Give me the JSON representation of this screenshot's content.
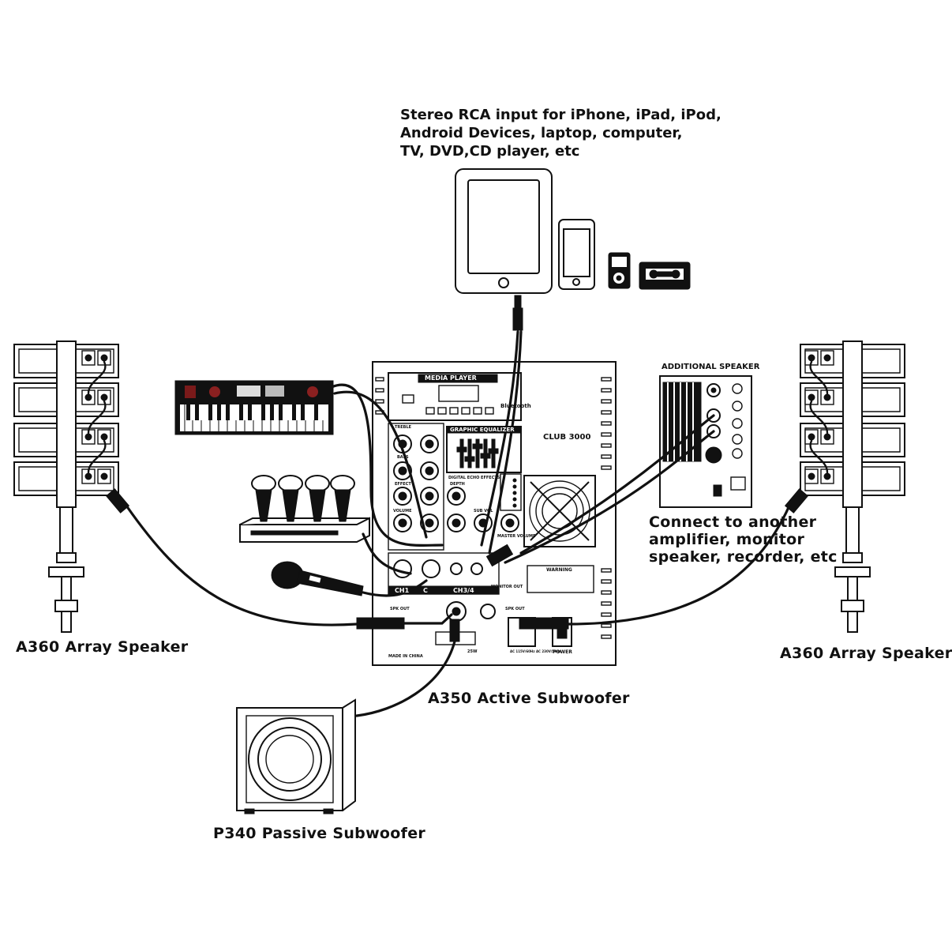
{
  "labels": {
    "rca_input": [
      "Stereo RCA input for iPhone, iPad, iPod,",
      "Android Devices, laptop, computer,",
      "TV, DVD,CD player, etc"
    ],
    "additional_speaker": "ADDITIONAL SPEAKER",
    "connect_another": [
      "Connect to another",
      "amplifier, monitor",
      "speaker, recorder, etc"
    ],
    "left_array": "A360 Array Speaker",
    "right_array": "A360 Array Speaker",
    "active_sub": "A350 Active Subwoofer",
    "passive_sub": "P340 Passive Subwoofer"
  },
  "panel": {
    "media_player": "MEDIA PLAYER",
    "bluetooth": "Bluetooth",
    "model": "CLUB 3000",
    "graphic_eq": "GRAPHIC EQUALIZER",
    "digital_echo": "DIGITAL ECHO EFFECTS",
    "knobs": {
      "treble": "TREBLE",
      "bass": "BASS",
      "effect": "EFFECT",
      "volume": "VOLUME",
      "depth": "DEPTH",
      "sub_volume": "SUB VOL",
      "master_volume": "MASTER VOLUME"
    },
    "channels": [
      "CH1",
      "C",
      "CH3/4"
    ],
    "monitor_out": "MONITOR OUT",
    "warning": "WARNING",
    "spk_out": "SPK OUT",
    "power": "POWER",
    "made_in": "MADE IN CHINA",
    "voltage": "AC 115V/60Hz AC 230V/50Hz",
    "rating": "25W"
  }
}
